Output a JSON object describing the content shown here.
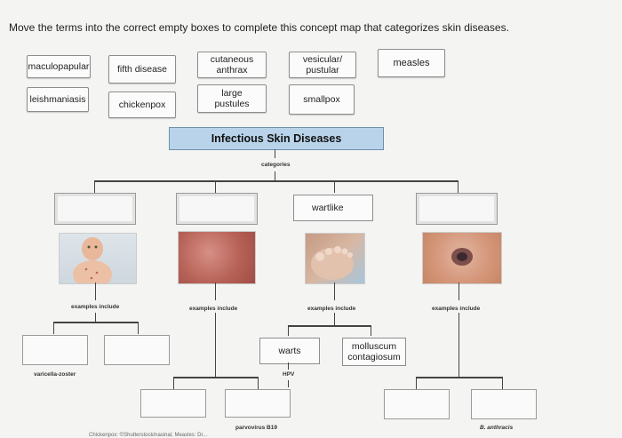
{
  "instruction": "Move the terms into the correct empty boxes to complete this concept map that categorizes skin diseases.",
  "terms": {
    "maculopapular": "maculopapular",
    "fifth_disease": "fifth disease",
    "cutaneous_anthrax": "cutaneous anthrax",
    "vesicular_pustular": "vesicular/ pustular",
    "measles": "measles",
    "leishmaniasis": "leishmaniasis",
    "chickenpox": "chickenpox",
    "large_pustules": "large pustules",
    "smallpox": "smallpox"
  },
  "map": {
    "root": "Infectious Skin Diseases",
    "categories_label": "categories",
    "wartlike": "wartlike",
    "examples_include": "examples include",
    "varicella_zoster": "varicella-zoster",
    "warts": "warts",
    "molluscum": "molluscum contagiosum",
    "hpv": "HPV",
    "parvovirus": "parvovirus B19",
    "b_anthracis": "B. anthracis",
    "bottom_cut": "Chickenpox: ©Shutterstock/nasinai; Measles: Dr..."
  }
}
